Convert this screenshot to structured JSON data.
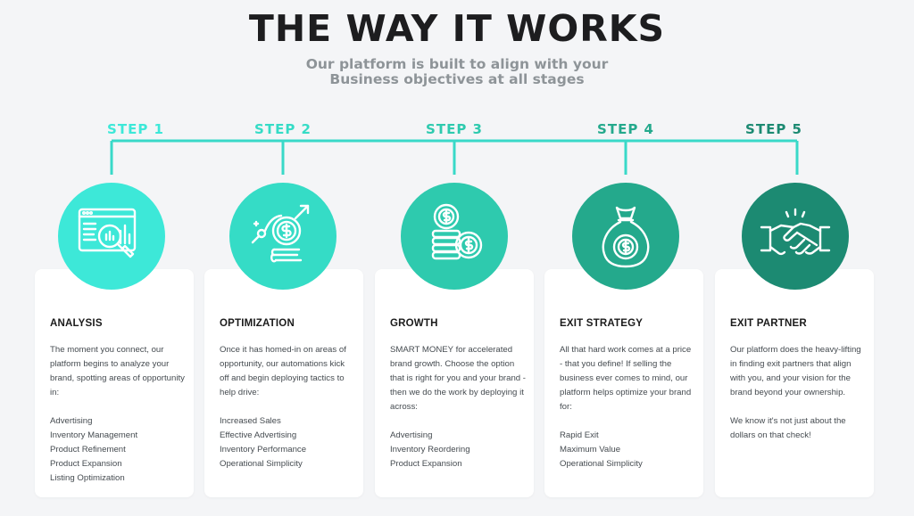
{
  "header": {
    "title": "THE WAY IT WORKS",
    "subtitle_line1": "Our platform is built to align with your",
    "subtitle_line2": "Business objectives at all stages"
  },
  "colors": {
    "step1": "#3de8d8",
    "step2": "#35dcc6",
    "step3": "#2ecaae",
    "step4": "#24a98c",
    "step5": "#1c8a72",
    "line": "#39d9c8"
  },
  "steps": [
    {
      "label": "STEP 1",
      "icon": "analysis-magnifier-chart-icon",
      "title": "ANALYSIS",
      "intro": "The moment you connect, our platform begins to analyze your brand, spotting areas of opportunity in:",
      "extra": "",
      "items": [
        "Advertising",
        "Inventory Management",
        "Product Refinement",
        "Product Expansion",
        "Listing Optimization"
      ]
    },
    {
      "label": "STEP 2",
      "icon": "coin-growth-arrow-icon",
      "title": "OPTIMIZATION",
      "intro": "Once it has homed-in on areas of opportunity, our automations kick off and begin deploying tactics to help drive:",
      "extra": "",
      "items": [
        "Increased Sales",
        "Effective Advertising",
        "Inventory Performance",
        "Operational Simplicity"
      ]
    },
    {
      "label": "STEP 3",
      "icon": "coin-stacks-icon",
      "title": "GROWTH",
      "intro": "SMART MONEY for accelerated brand growth. Choose the option that is right for you and your brand - then we do the work by deploying it across:",
      "extra": "",
      "items": [
        "Advertising",
        "Inventory Reordering",
        "Product Expansion"
      ]
    },
    {
      "label": "STEP 4",
      "icon": "money-bag-icon",
      "title": "EXIT STRATEGY",
      "intro": "All that hard work comes at a price - that you define! If selling the business ever comes to mind, our platform helps optimize your brand for:",
      "extra": "",
      "items": [
        "Rapid Exit",
        "Maximum Value",
        "Operational Simplicity"
      ]
    },
    {
      "label": "STEP 5",
      "icon": "handshake-icon",
      "title": "EXIT PARTNER",
      "intro": "Our platform does the heavy-lifting in finding exit partners that align with you, and your vision for the brand beyond your ownership.",
      "extra": "We know it's not just about the dollars on that check!",
      "items": []
    }
  ]
}
